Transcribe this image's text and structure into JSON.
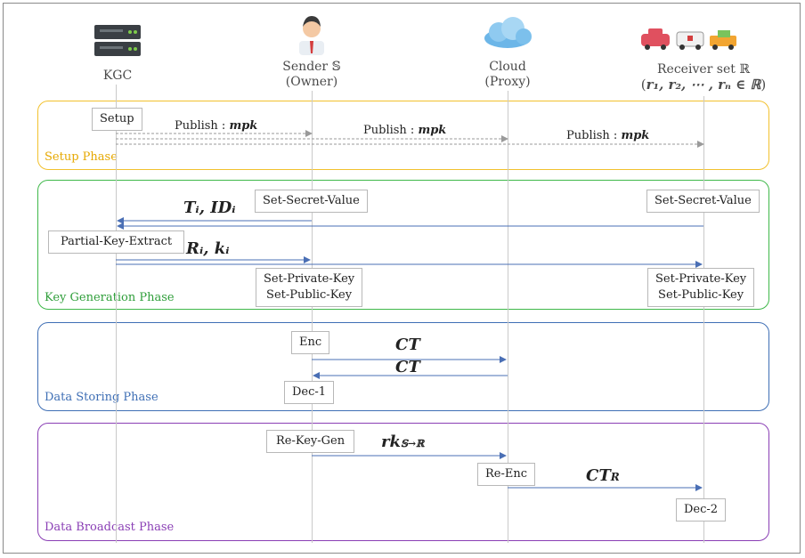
{
  "actors": {
    "kgc": {
      "label": "KGC",
      "icon": "server-icon"
    },
    "sender": {
      "label": "Sender 𝕊",
      "sublabel": "(Owner)",
      "icon": "user-icon"
    },
    "cloud": {
      "label": "Cloud",
      "sublabel": "(Proxy)",
      "icon": "cloud-icon"
    },
    "receiver": {
      "label": "Receiver set ℝ",
      "sublabel_prefix": "(",
      "sublabel_math": "r₁, r₂, ⋯ , rₙ ∈ ℝ",
      "sublabel_suffix": ")",
      "icon": "vehicles-icon"
    }
  },
  "phases": {
    "setup": {
      "label": "Setup Phase",
      "color": "#f2c12e"
    },
    "keygen": {
      "label": "Key Generation Phase",
      "color": "#3fb84a"
    },
    "storing": {
      "label": "Data Storing Phase",
      "color": "#3f6fb5"
    },
    "broadcast": {
      "label": "Data Broadcast Phase",
      "color": "#8a3fb5"
    }
  },
  "boxes": {
    "setup": "Setup",
    "sender_secret": "Set-Secret-Value",
    "receiver_secret": "Set-Secret-Value",
    "partial_key": "Partial-Key-Extract",
    "sender_private": "Set-Private-Key",
    "sender_public": "Set-Public-Key",
    "receiver_private": "Set-Private-Key",
    "receiver_public": "Set-Public-Key",
    "enc": "Enc",
    "dec1": "Dec-1",
    "rekeygen": "Re-Key-Gen",
    "reenc": "Re-Enc",
    "dec2": "Dec-2"
  },
  "messages": {
    "publish_prefix": "Publish : ",
    "mpk": "mpk",
    "ti_idi": "Tᵢ, IDᵢ",
    "ri_ki": "Rᵢ, kᵢ",
    "ct": "CT",
    "rk": "rk",
    "rk_sub": "𝕊→ℝ",
    "ctr": "CT",
    "ctr_sub": "R"
  },
  "colors": {
    "arrow": "#4a6fb5",
    "dashed": "#9a9a9a"
  }
}
